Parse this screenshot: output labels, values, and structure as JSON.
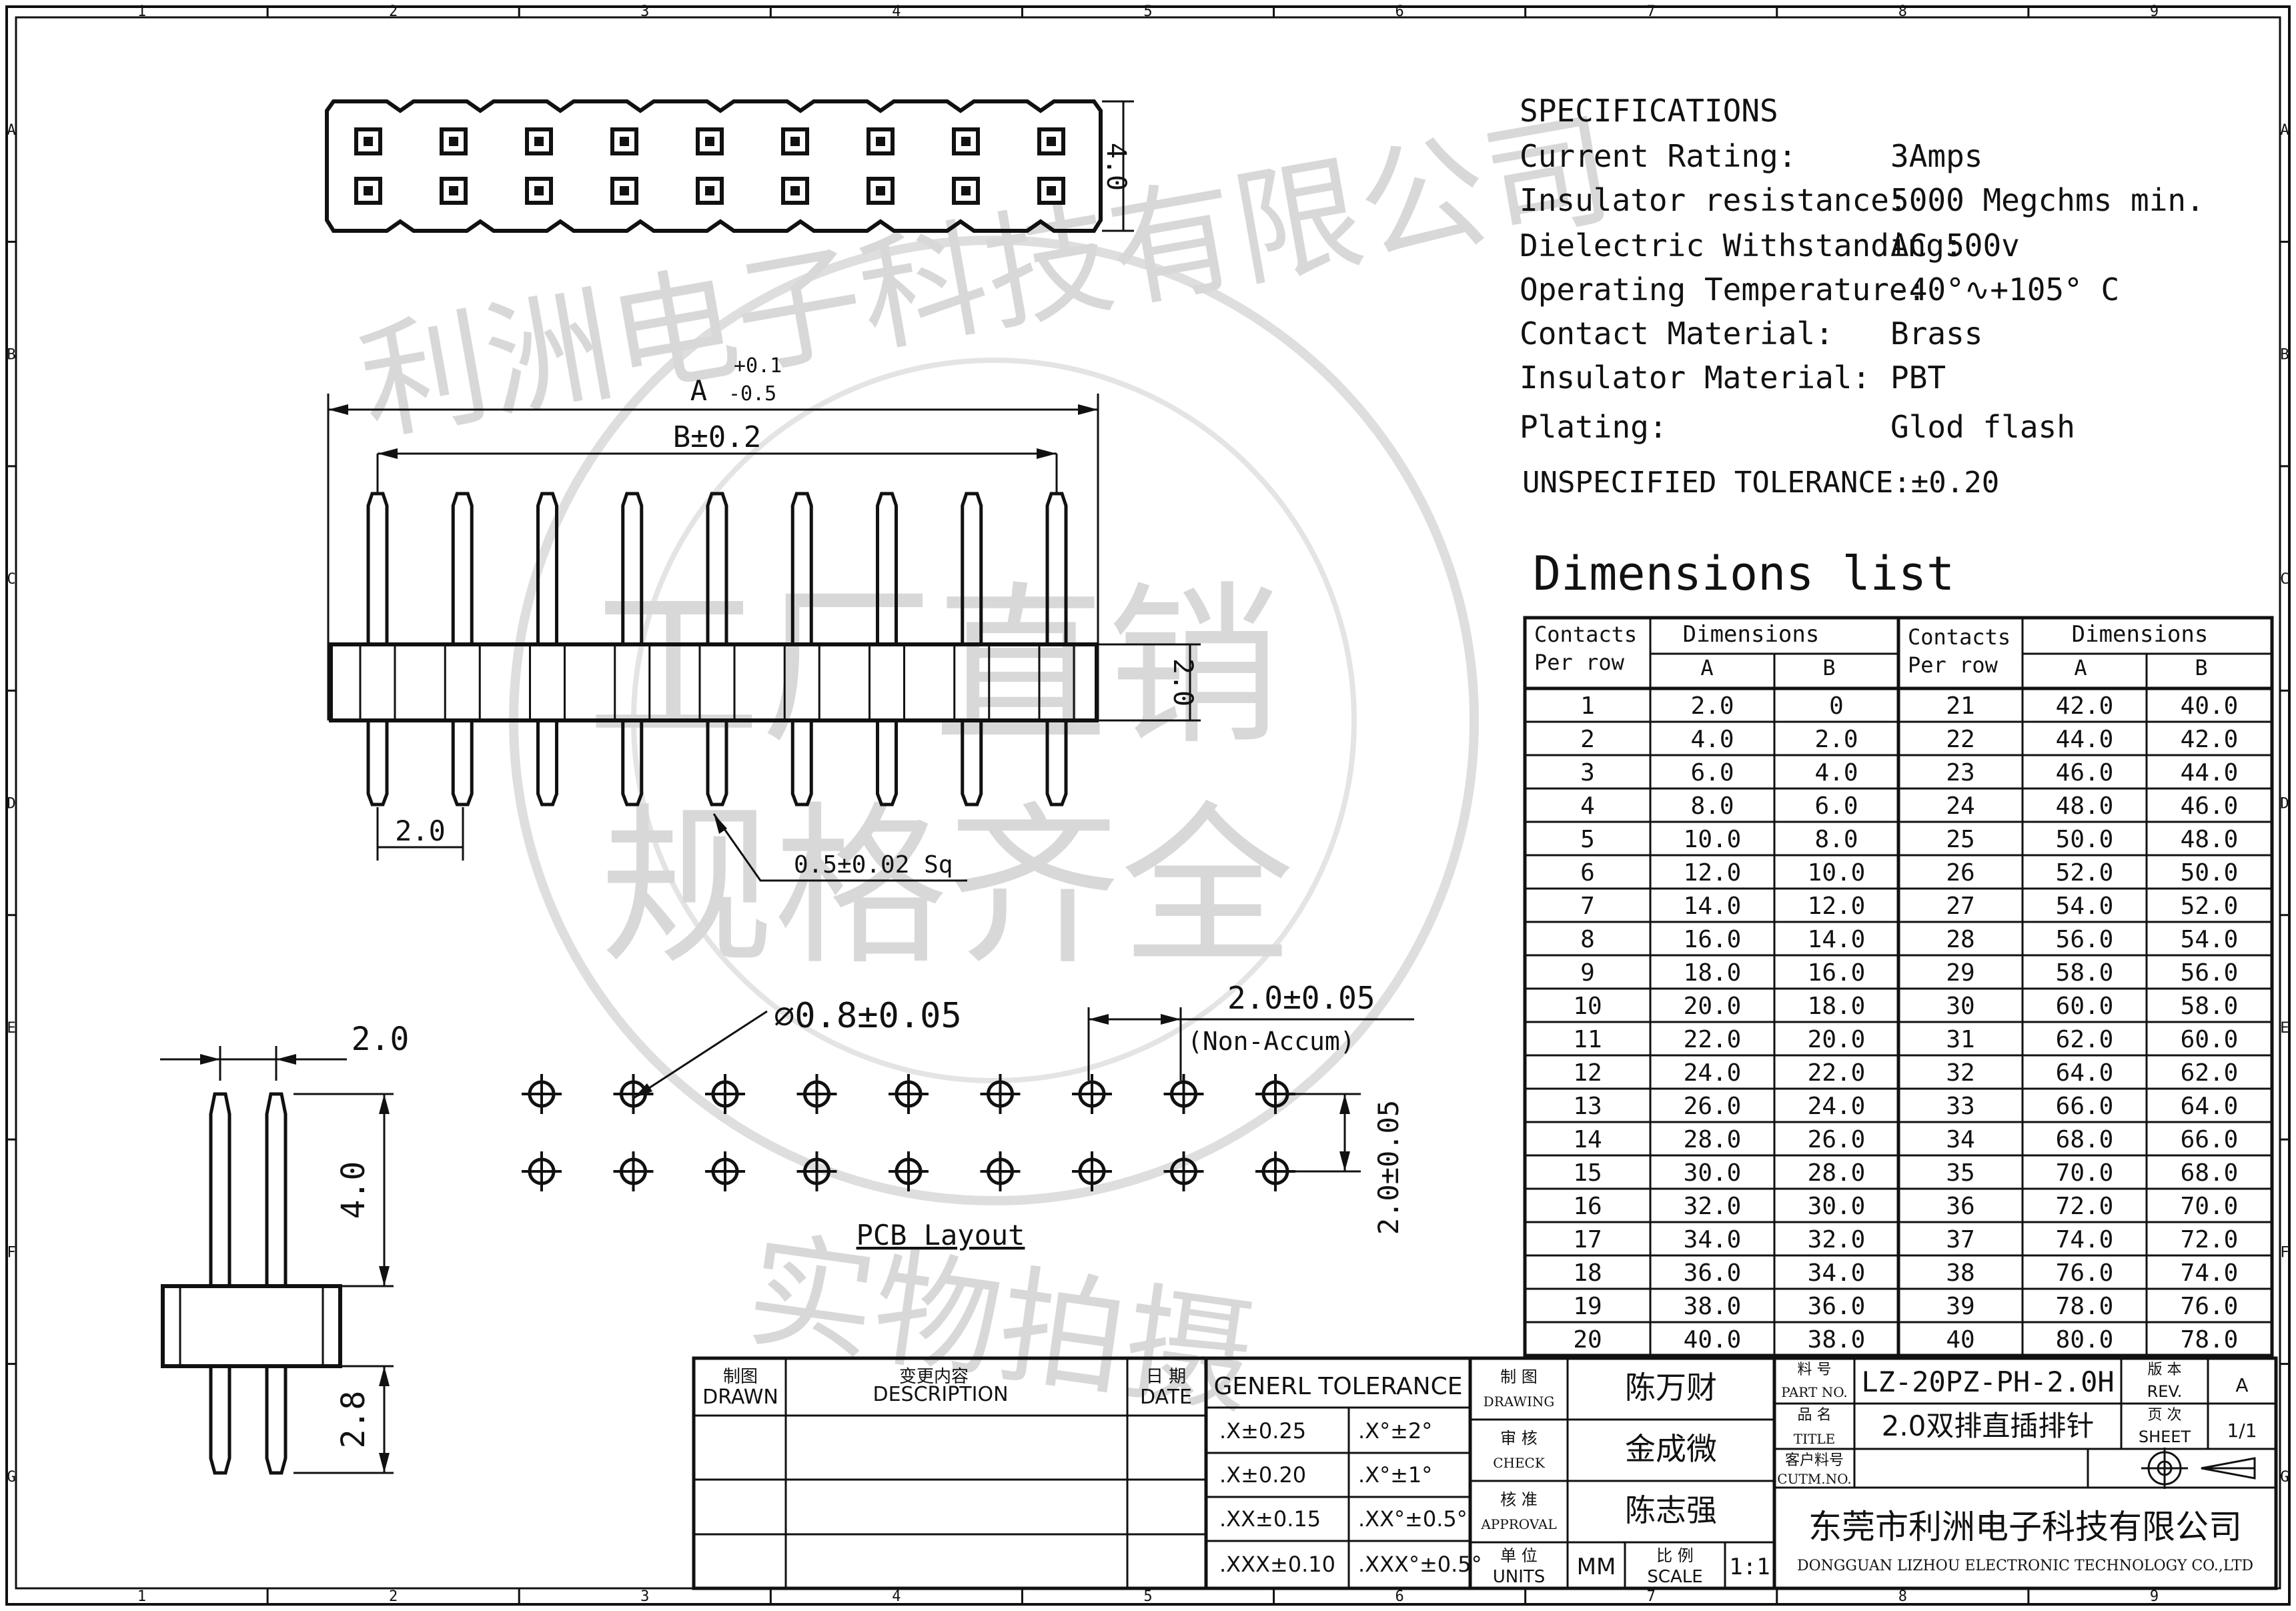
{
  "frame": {
    "columns": [
      "1",
      "2",
      "3",
      "4",
      "5",
      "6",
      "7",
      "8",
      "9"
    ],
    "rows": [
      "A",
      "B",
      "C",
      "D",
      "E",
      "F",
      "G"
    ]
  },
  "watermark": {
    "line1": "利洲电子科技有限公司",
    "line2": "工厂直销",
    "line3": "规格齐全",
    "line4": "实物拍摄"
  },
  "top_view": {
    "dim_height": "4.0"
  },
  "front_view": {
    "dim_a_label": "A",
    "dim_a_upper": "+0.1",
    "dim_a_lower": "-0.5",
    "dim_b": "B±0.2",
    "dim_body_height": "2.0",
    "dim_pitch": "2.0",
    "pin_callout": "0.5±0.02 Sq"
  },
  "side_view": {
    "dim_pitch": "2.0",
    "dim_upper_pin": "4.0",
    "dim_lower_pin": "2.8"
  },
  "pcb_layout": {
    "hole_callout": "⌀0.8±0.05",
    "pitch": "2.0±0.05",
    "pitch_note": "(Non-Accum)",
    "row_spacing": "2.0±0.05",
    "caption": "PCB Layout"
  },
  "specifications": {
    "heading": "SPECIFICATIONS",
    "items": [
      {
        "label": "Current Rating:",
        "value": "3Amps"
      },
      {
        "label": "Insulator resistance:",
        "value": "5000 Megchms min."
      },
      {
        "label": "Dielectric Withstanding:",
        "value": "AC 500v"
      },
      {
        "label": "Operating Temperature:",
        "value": "-40°∿+105° C"
      },
      {
        "label": "Contact Material:",
        "value": "Brass"
      },
      {
        "label": "Insulator Material:",
        "value": "PBT"
      },
      {
        "label": "Plating:",
        "value": "Glod flash"
      }
    ],
    "tolerance": "UNSPECIFIED TOLERANCE:±0.20"
  },
  "dimensions_list": {
    "title": "Dimensions list",
    "head_contacts_1": "Contacts",
    "head_contacts_2": "Per row",
    "head_dimensions": "Dimensions",
    "head_a": "A",
    "head_b": "B",
    "left": [
      [
        "1",
        "2.0",
        "0"
      ],
      [
        "2",
        "4.0",
        "2.0"
      ],
      [
        "3",
        "6.0",
        "4.0"
      ],
      [
        "4",
        "8.0",
        "6.0"
      ],
      [
        "5",
        "10.0",
        "8.0"
      ],
      [
        "6",
        "12.0",
        "10.0"
      ],
      [
        "7",
        "14.0",
        "12.0"
      ],
      [
        "8",
        "16.0",
        "14.0"
      ],
      [
        "9",
        "18.0",
        "16.0"
      ],
      [
        "10",
        "20.0",
        "18.0"
      ],
      [
        "11",
        "22.0",
        "20.0"
      ],
      [
        "12",
        "24.0",
        "22.0"
      ],
      [
        "13",
        "26.0",
        "24.0"
      ],
      [
        "14",
        "28.0",
        "26.0"
      ],
      [
        "15",
        "30.0",
        "28.0"
      ],
      [
        "16",
        "32.0",
        "30.0"
      ],
      [
        "17",
        "34.0",
        "32.0"
      ],
      [
        "18",
        "36.0",
        "34.0"
      ],
      [
        "19",
        "38.0",
        "36.0"
      ],
      [
        "20",
        "40.0",
        "38.0"
      ]
    ],
    "right": [
      [
        "21",
        "42.0",
        "40.0"
      ],
      [
        "22",
        "44.0",
        "42.0"
      ],
      [
        "23",
        "46.0",
        "44.0"
      ],
      [
        "24",
        "48.0",
        "46.0"
      ],
      [
        "25",
        "50.0",
        "48.0"
      ],
      [
        "26",
        "52.0",
        "50.0"
      ],
      [
        "27",
        "54.0",
        "52.0"
      ],
      [
        "28",
        "56.0",
        "54.0"
      ],
      [
        "29",
        "58.0",
        "56.0"
      ],
      [
        "30",
        "60.0",
        "58.0"
      ],
      [
        "31",
        "62.0",
        "60.0"
      ],
      [
        "32",
        "64.0",
        "62.0"
      ],
      [
        "33",
        "66.0",
        "64.0"
      ],
      [
        "34",
        "68.0",
        "66.0"
      ],
      [
        "35",
        "70.0",
        "68.0"
      ],
      [
        "36",
        "72.0",
        "70.0"
      ],
      [
        "37",
        "74.0",
        "72.0"
      ],
      [
        "38",
        "76.0",
        "74.0"
      ],
      [
        "39",
        "78.0",
        "76.0"
      ],
      [
        "40",
        "80.0",
        "78.0"
      ]
    ]
  },
  "title_block": {
    "drawn_cn": "制图",
    "drawn_en": "DRAWN",
    "desc_cn": "变更内容",
    "desc_en": "DESCRIPTION",
    "date_cn": "日 期",
    "date_en": "DATE",
    "tol_heading": "GENERL  TOLERANCE",
    "tol_rows": [
      [
        ".X±0.25",
        ".X°±2°"
      ],
      [
        ".X±0.20",
        ".X°±1°"
      ],
      [
        ".XX±0.15",
        ".XX°±0.5°"
      ],
      [
        ".XXX±0.10",
        ".XXX°±0.5°"
      ]
    ],
    "drawing_cn": "制 图",
    "drawing_en": "DRAWING",
    "drawing_name": "陈万财",
    "check_cn": "审 核",
    "check_en": "CHECK",
    "check_name": "金成微",
    "approval_cn": "核 准",
    "approval_en": "APPROVAL",
    "approval_name": "陈志强",
    "units_cn": "单 位",
    "units_en": "UNITS",
    "units_value": "MM",
    "scale_cn": "比 例",
    "scale_en": "SCALE",
    "scale_value": "1:1",
    "part_cn": "料 号",
    "part_en": "PART NO.",
    "part_value": "LZ-20PZ-PH-2.0H",
    "title_cn": "品 名",
    "title_en": "TITLE",
    "title_value": "2.0双排直插排针",
    "cust_cn": "客户料号",
    "cust_en": "CUTM.NO.",
    "rev_cn": "版 本",
    "rev_en": "REV.",
    "rev_value": "A",
    "sheet_cn": "页 次",
    "sheet_en": "SHEET",
    "sheet_value": "1/1",
    "company_cn": "东莞市利洲电子科技有限公司",
    "company_en": "DONGGUAN LIZHOU ELECTRONIC TECHNOLOGY CO.,LTD"
  }
}
